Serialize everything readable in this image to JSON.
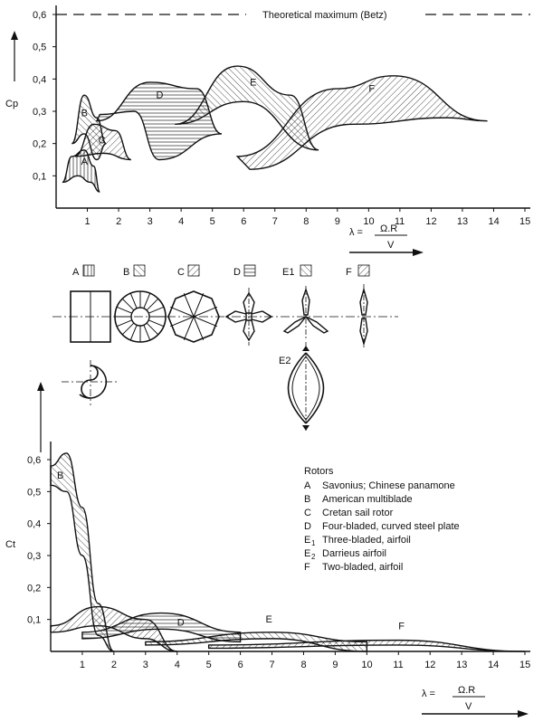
{
  "top_chart": {
    "y_label": "Cp",
    "y_ticks": [
      "0,1",
      "0,2",
      "0,3",
      "0,4",
      "0,5",
      "0,6"
    ],
    "x_ticks": [
      "1",
      "2",
      "3",
      "4",
      "5",
      "6",
      "7",
      "8",
      "9",
      "10",
      "11",
      "12",
      "13",
      "14",
      "15"
    ],
    "betz_label": "Theoretical maximum (Betz)",
    "x_formula": {
      "lhs": "λ =",
      "num": "Ω.R",
      "den": "V"
    }
  },
  "rotor_icons": {
    "A": "A",
    "B": "B",
    "C": "C",
    "D": "D",
    "E1": "E1",
    "F": "F",
    "E2": "E2"
  },
  "bottom_chart": {
    "y_label": "Ct",
    "y_ticks": [
      "0,1",
      "0,2",
      "0,3",
      "0,4",
      "0,5",
      "0,6"
    ],
    "x_ticks": [
      "1",
      "2",
      "3",
      "4",
      "5",
      "6",
      "7",
      "8",
      "9",
      "10",
      "11",
      "12",
      "13",
      "14",
      "15"
    ],
    "x_formula": {
      "lhs": "λ =",
      "num": "Ω.R",
      "den": "V"
    },
    "legend": {
      "title": "Rotors",
      "items": [
        {
          "key": "A",
          "sub": "",
          "text": "Savonius; Chinese panamone"
        },
        {
          "key": "B",
          "sub": "",
          "text": "American multiblade"
        },
        {
          "key": "C",
          "sub": "",
          "text": "Cretan sail rotor"
        },
        {
          "key": "D",
          "sub": "",
          "text": "Four-bladed, curved steel plate"
        },
        {
          "key": "E",
          "sub": "1",
          "text": "Three-bladed, airfoil"
        },
        {
          "key": "E",
          "sub": "2",
          "text": "Darrieus airfoil"
        },
        {
          "key": "F",
          "sub": "",
          "text": "Two-bladed, airfoil"
        }
      ]
    }
  },
  "chart_data": [
    {
      "type": "area",
      "ylabel": "Cp",
      "xlim": [
        0,
        15
      ],
      "ylim": [
        0,
        0.6
      ],
      "betz_limit": 0.593,
      "series": [
        {
          "name": "A",
          "upper": [
            [
              0.2,
              0.08
            ],
            [
              0.5,
              0.16
            ],
            [
              0.9,
              0.18
            ],
            [
              1.2,
              0.13
            ],
            [
              1.4,
              0.05
            ]
          ],
          "lower": [
            [
              0.2,
              0.08
            ],
            [
              0.7,
              0.1
            ],
            [
              1.1,
              0.08
            ],
            [
              1.4,
              0.05
            ]
          ]
        },
        {
          "name": "B",
          "upper": [
            [
              0.5,
              0.2
            ],
            [
              0.9,
              0.35
            ],
            [
              1.3,
              0.28
            ],
            [
              1.6,
              0.2
            ]
          ],
          "lower": [
            [
              0.5,
              0.2
            ],
            [
              0.9,
              0.23
            ],
            [
              1.3,
              0.15
            ],
            [
              1.6,
              0.2
            ]
          ]
        },
        {
          "name": "C",
          "upper": [
            [
              0.6,
              0.16
            ],
            [
              1.2,
              0.26
            ],
            [
              1.9,
              0.24
            ],
            [
              2.4,
              0.15
            ]
          ],
          "lower": [
            [
              0.6,
              0.16
            ],
            [
              1.5,
              0.17
            ],
            [
              2.4,
              0.15
            ]
          ]
        },
        {
          "name": "D",
          "upper": [
            [
              1.3,
              0.27
            ],
            [
              3.0,
              0.39
            ],
            [
              4.5,
              0.37
            ],
            [
              5.3,
              0.23
            ]
          ],
          "lower": [
            [
              1.4,
              0.29
            ],
            [
              2.5,
              0.3
            ],
            [
              3.3,
              0.15
            ],
            [
              5.3,
              0.23
            ]
          ]
        },
        {
          "name": "E",
          "upper": [
            [
              3.8,
              0.26
            ],
            [
              5.8,
              0.44
            ],
            [
              7.5,
              0.35
            ],
            [
              8.4,
              0.18
            ]
          ],
          "lower": [
            [
              3.8,
              0.26
            ],
            [
              6.0,
              0.33
            ],
            [
              8.4,
              0.18
            ]
          ]
        },
        {
          "name": "F",
          "upper": [
            [
              5.8,
              0.16
            ],
            [
              9.0,
              0.37
            ],
            [
              10.8,
              0.41
            ],
            [
              13.8,
              0.27
            ]
          ],
          "lower": [
            [
              6.2,
              0.12
            ],
            [
              9.5,
              0.26
            ],
            [
              12.5,
              0.28
            ],
            [
              13.8,
              0.27
            ]
          ]
        }
      ]
    },
    {
      "type": "area",
      "ylabel": "Ct",
      "xlim": [
        0,
        15
      ],
      "ylim": [
        0,
        0.6
      ],
      "series": [
        {
          "name": "B",
          "upper": [
            [
              0.0,
              0.58
            ],
            [
              0.5,
              0.62
            ],
            [
              1.0,
              0.45
            ],
            [
              1.5,
              0.15
            ],
            [
              2.0,
              0.0
            ]
          ],
          "lower": [
            [
              0.0,
              0.52
            ],
            [
              0.5,
              0.5
            ],
            [
              1.0,
              0.3
            ],
            [
              1.5,
              0.05
            ],
            [
              2.0,
              0.0
            ]
          ]
        },
        {
          "name": "C",
          "upper": [
            [
              0.0,
              0.08
            ],
            [
              1.5,
              0.14
            ],
            [
              3.0,
              0.1
            ],
            [
              4.0,
              0.0
            ]
          ],
          "lower": [
            [
              0.0,
              0.06
            ],
            [
              1.5,
              0.08
            ],
            [
              3.0,
              0.04
            ],
            [
              4.0,
              0.0
            ]
          ]
        },
        {
          "name": "D",
          "upper": [
            [
              1.0,
              0.06
            ],
            [
              3.5,
              0.12
            ],
            [
              6.0,
              0.06
            ]
          ],
          "lower": [
            [
              1.0,
              0.04
            ],
            [
              3.5,
              0.07
            ],
            [
              6.0,
              0.03
            ]
          ]
        },
        {
          "name": "E",
          "upper": [
            [
              3.0,
              0.03
            ],
            [
              7.0,
              0.06
            ],
            [
              10.0,
              0.03
            ]
          ],
          "lower": [
            [
              3.0,
              0.02
            ],
            [
              7.0,
              0.04
            ],
            [
              10.0,
              0.0
            ]
          ]
        },
        {
          "name": "F",
          "upper": [
            [
              5.0,
              0.02
            ],
            [
              11.0,
              0.035
            ],
            [
              15.0,
              0.0
            ]
          ],
          "lower": [
            [
              5.0,
              0.01
            ],
            [
              11.0,
              0.02
            ],
            [
              15.0,
              0.0
            ]
          ]
        }
      ]
    }
  ]
}
